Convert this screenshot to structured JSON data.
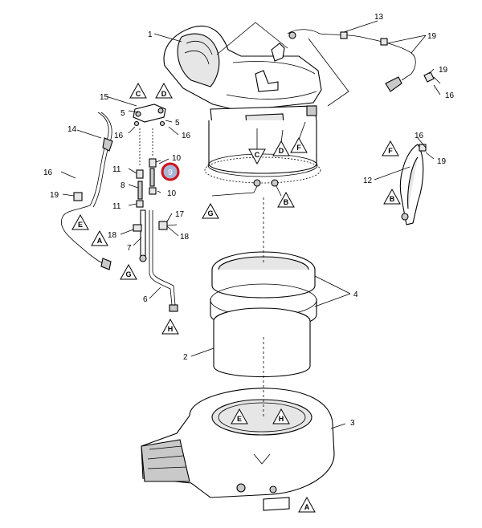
{
  "diagram": {
    "highlight": {
      "label": "9",
      "ring_color": "#d0121b",
      "fill_color": "#a9b5d6"
    },
    "callouts": {
      "c1": "1",
      "c2": "2",
      "c3": "3",
      "c4": "4",
      "c5a": "5",
      "c5b": "5",
      "c6": "6",
      "c7": "7",
      "c8": "8",
      "c10a": "10",
      "c10b": "10",
      "c11a": "11",
      "c11b": "11",
      "c12": "12",
      "c13": "13",
      "c14": "14",
      "c15": "15",
      "c16a": "16",
      "c16b": "16",
      "c16c": "16",
      "c16d": "16",
      "c16e": "16",
      "c17": "17",
      "c18a": "18",
      "c18b": "18",
      "c19a": "19",
      "c19b": "19",
      "c19c": "19",
      "c19d": "19"
    },
    "markers": {
      "top_c": "C",
      "top_d": "D",
      "mid_c": "C",
      "mid_d": "D",
      "mid_f": "F",
      "right_f": "F",
      "right_b": "B",
      "left_e": "E",
      "left_a": "A",
      "g_lower": "G",
      "g_port": "G",
      "b_port": "B",
      "h_tube": "H",
      "base_e": "E",
      "base_h": "H",
      "base_a": "A"
    }
  }
}
